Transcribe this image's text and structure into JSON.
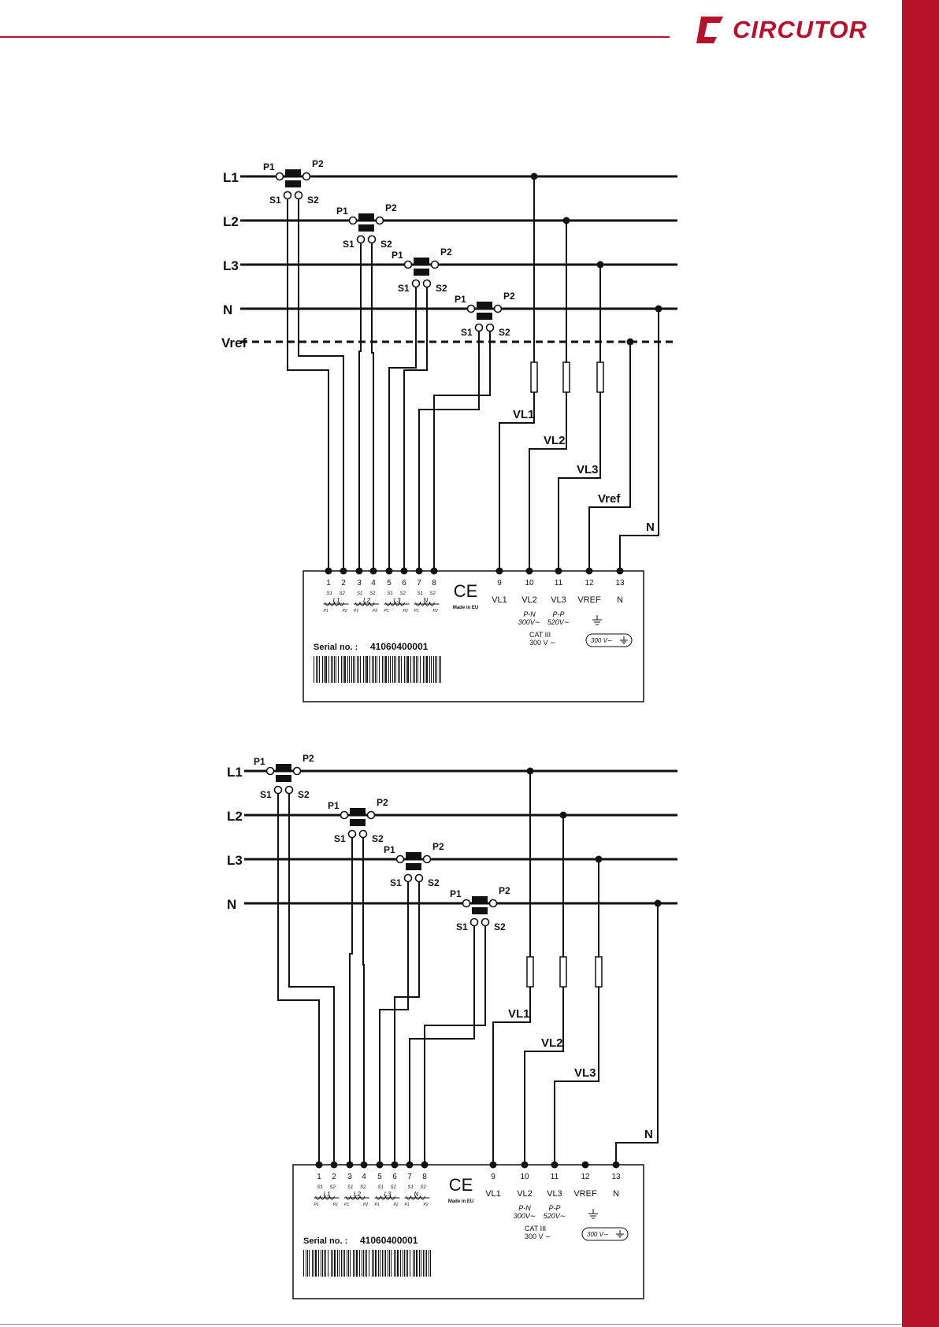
{
  "brand": {
    "name": "CIRCUTOR",
    "accent": "#b5122b"
  },
  "diagrams": [
    {
      "id": "with-vref",
      "lines": [
        "L1",
        "L2",
        "L3",
        "N"
      ],
      "vref_line": "Vref",
      "ct_labels": {
        "p1": "P1",
        "p2": "P2",
        "s1": "S1",
        "s2": "S2"
      },
      "wire_labels": [
        "VL1",
        "VL2",
        "VL3",
        "Vref",
        "N"
      ],
      "terminals": [
        "1",
        "2",
        "3",
        "4",
        "5",
        "6",
        "7",
        "8",
        "9",
        "10",
        "11",
        "12",
        "13"
      ],
      "terminal_names": [
        "VL1",
        "VL2",
        "VL3",
        "VREF",
        "N"
      ],
      "ct_symbols": [
        {
          "s1": "S1",
          "s2": "S2",
          "label": "L1",
          "p1": "P1",
          "p2": "P2"
        },
        {
          "s1": "S1",
          "s2": "S2",
          "label": "L2",
          "p1": "P1",
          "p2": "P2"
        },
        {
          "s1": "S1",
          "s2": "S2",
          "label": "L3",
          "p1": "P1",
          "p2": "P2"
        },
        {
          "s1": "S1",
          "s2": "S2",
          "label": "N",
          "p1": "P1",
          "p2": "P2"
        }
      ],
      "ce_mark": "CE",
      "made_in": "Made in EU",
      "pn": "P-N",
      "pn_v": "300V∼",
      "pp": "P-P",
      "pp_v": "520V∼",
      "cat": "CAT III",
      "cat_v": "300 V ∼",
      "rating_box": "300 V∼",
      "serial_label": "Serial no. :",
      "serial_value": "41060400001"
    },
    {
      "id": "without-vref",
      "lines": [
        "L1",
        "L2",
        "L3",
        "N"
      ],
      "ct_labels": {
        "p1": "P1",
        "p2": "P2",
        "s1": "S1",
        "s2": "S2"
      },
      "wire_labels": [
        "VL1",
        "VL2",
        "VL3",
        "N"
      ],
      "terminals": [
        "1",
        "2",
        "3",
        "4",
        "5",
        "6",
        "7",
        "8",
        "9",
        "10",
        "11",
        "12",
        "13"
      ],
      "terminal_names": [
        "VL1",
        "VL2",
        "VL3",
        "VREF",
        "N"
      ],
      "ct_symbols": [
        {
          "s1": "S1",
          "s2": "S2",
          "label": "L1",
          "p1": "P1",
          "p2": "P2"
        },
        {
          "s1": "S1",
          "s2": "S2",
          "label": "L2",
          "p1": "P1",
          "p2": "P2"
        },
        {
          "s1": "S1",
          "s2": "S2",
          "label": "L3",
          "p1": "P1",
          "p2": "P2"
        },
        {
          "s1": "S1",
          "s2": "S2",
          "label": "N",
          "p1": "P1",
          "p2": "P2"
        }
      ],
      "ce_mark": "CE",
      "made_in": "Made in EU",
      "pn": "P-N",
      "pn_v": "300V∼",
      "pp": "P-P",
      "pp_v": "520V∼",
      "cat": "CAT III",
      "cat_v": "300 V ∼",
      "rating_box": "300 V∼",
      "serial_label": "Serial no. :",
      "serial_value": "41060400001"
    }
  ]
}
